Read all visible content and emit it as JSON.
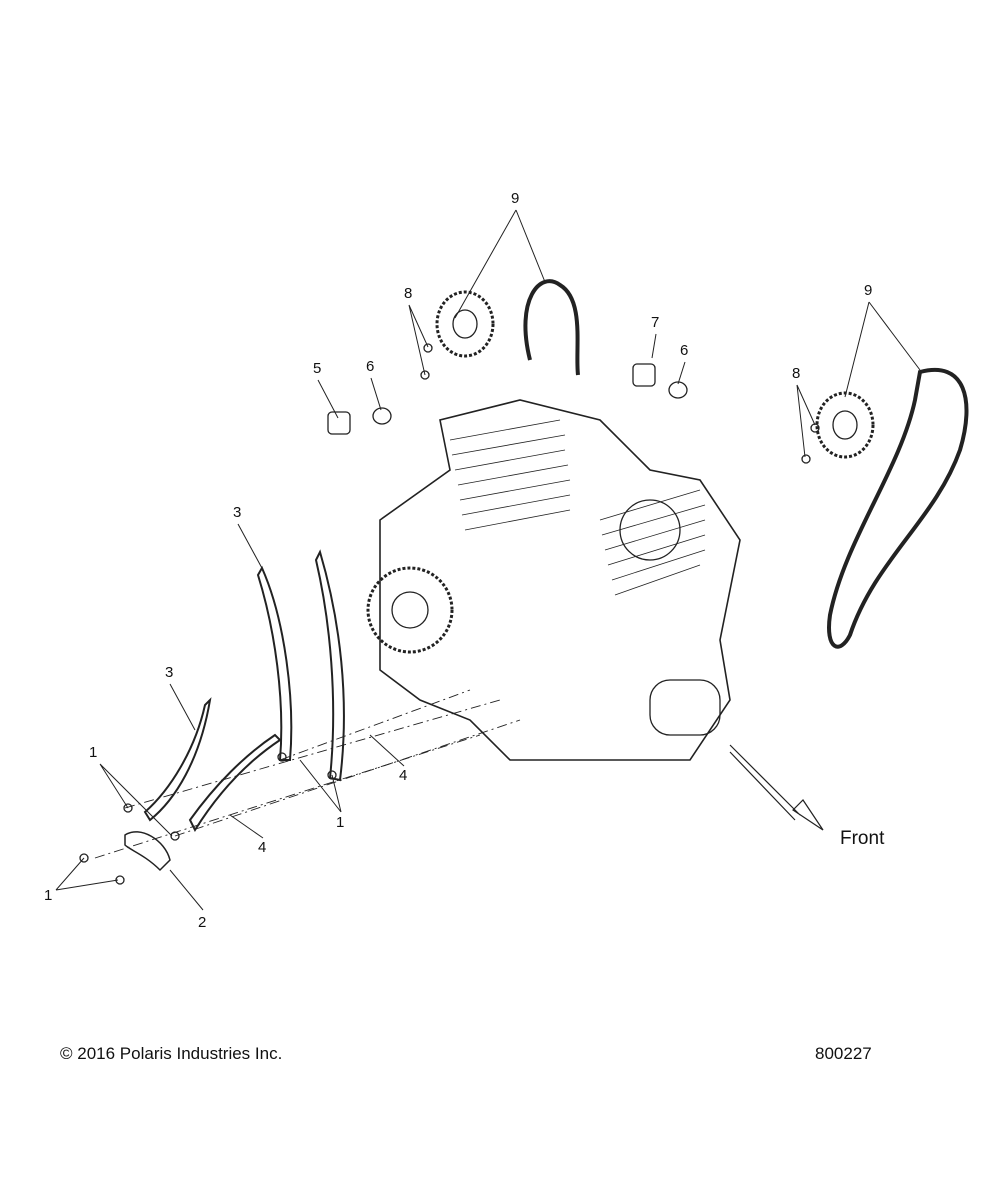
{
  "diagram": {
    "callouts": [
      "9",
      "8",
      "7",
      "6",
      "5",
      "6",
      "9",
      "8",
      "3",
      "3",
      "1",
      "4",
      "1",
      "4",
      "1",
      "2"
    ],
    "direction_label": "Front"
  },
  "footer": {
    "copyright": "© 2016 Polaris Industries Inc.",
    "figure_number": "800227"
  }
}
